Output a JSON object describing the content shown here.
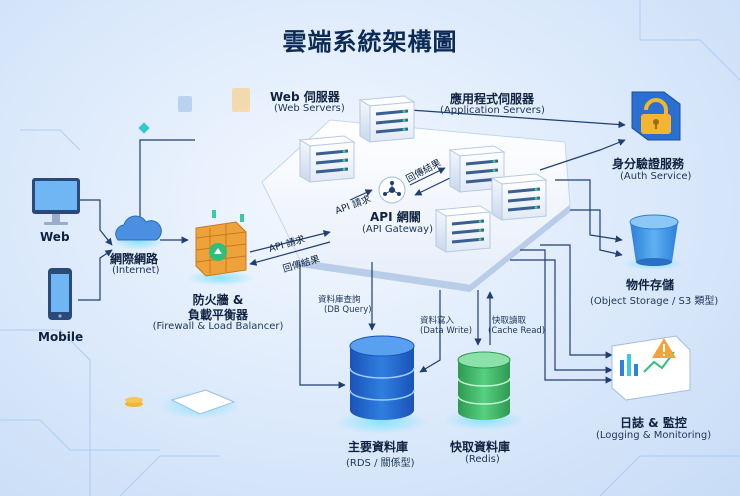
{
  "title": "雲端系統架構圖",
  "nodes": {
    "web_client": "Web",
    "mobile_client": "Mobile",
    "internet": {
      "name": "網際網路",
      "en": "(Internet)"
    },
    "firewall": {
      "name1": "防火牆 &",
      "name2": "負載平衡器",
      "en": "(Firewall & Load Balancer)"
    },
    "web_servers": {
      "name": "Web 伺服器",
      "en": "(Web Servers)"
    },
    "app_servers": {
      "name": "應用程式伺服器",
      "en": "(Application Servers)"
    },
    "api_gateway": {
      "name": "API 網關",
      "en": "(API Gateway)"
    },
    "auth": {
      "name": "身分驗證服務",
      "en": "(Auth Service)"
    },
    "object_storage": {
      "name": "物件存儲",
      "en": "(Object Storage / S3 類型)"
    },
    "logging": {
      "name": "日誌 & 監控",
      "en": "(Logging & Monitoring)"
    },
    "main_db": {
      "name": "主要資料庫",
      "en": "(RDS / 關係型)"
    },
    "cache_db": {
      "name": "快取資料庫",
      "en": "(Redis)"
    }
  },
  "flows": {
    "api_request": "API 請求",
    "return_result": "回傳結果",
    "db_query": "資料庫查詢",
    "db_query_en": "(DB Query)",
    "data_write": "資料寫入",
    "data_write_en": "(Data Write)",
    "cache_read": "快取讀取",
    "cache_read_en": "(Cache Read)"
  },
  "colors": {
    "background": "#dbe9fb",
    "line": "#1f3f73",
    "accent_blue": "#2f7fe0",
    "accent_cyan": "#3cc8e8",
    "db_blue": "#1e63d6",
    "cache_green": "#3fbf6a",
    "firewall_orange": "#f0a23a",
    "auth_lock": "#f2b632"
  }
}
